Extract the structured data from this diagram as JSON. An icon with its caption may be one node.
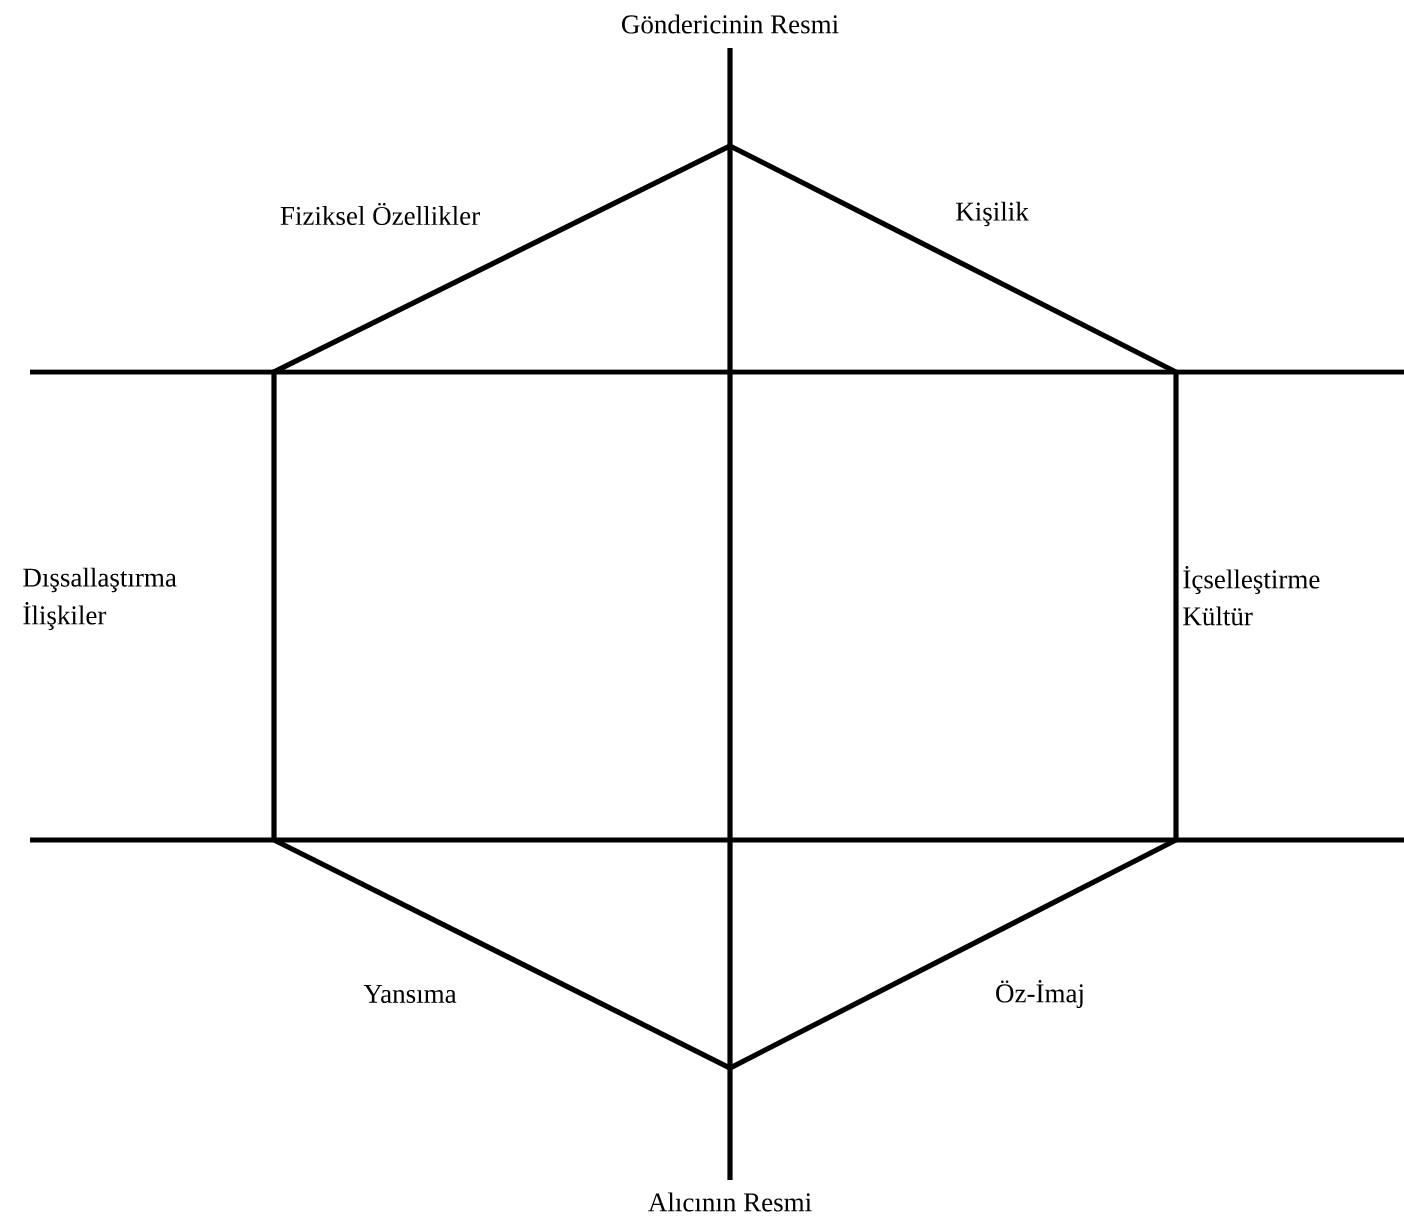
{
  "diagram": {
    "labels": [
      "Göndericinin Resmi",
      "Fiziksel Özellikler",
      "Kişilik",
      "Dışsallaştırma",
      "İlişkiler",
      "İçselleştirme",
      "Kültür",
      "Yansıma",
      "Öz-İmaj",
      "Alıcının Resmi"
    ]
  }
}
